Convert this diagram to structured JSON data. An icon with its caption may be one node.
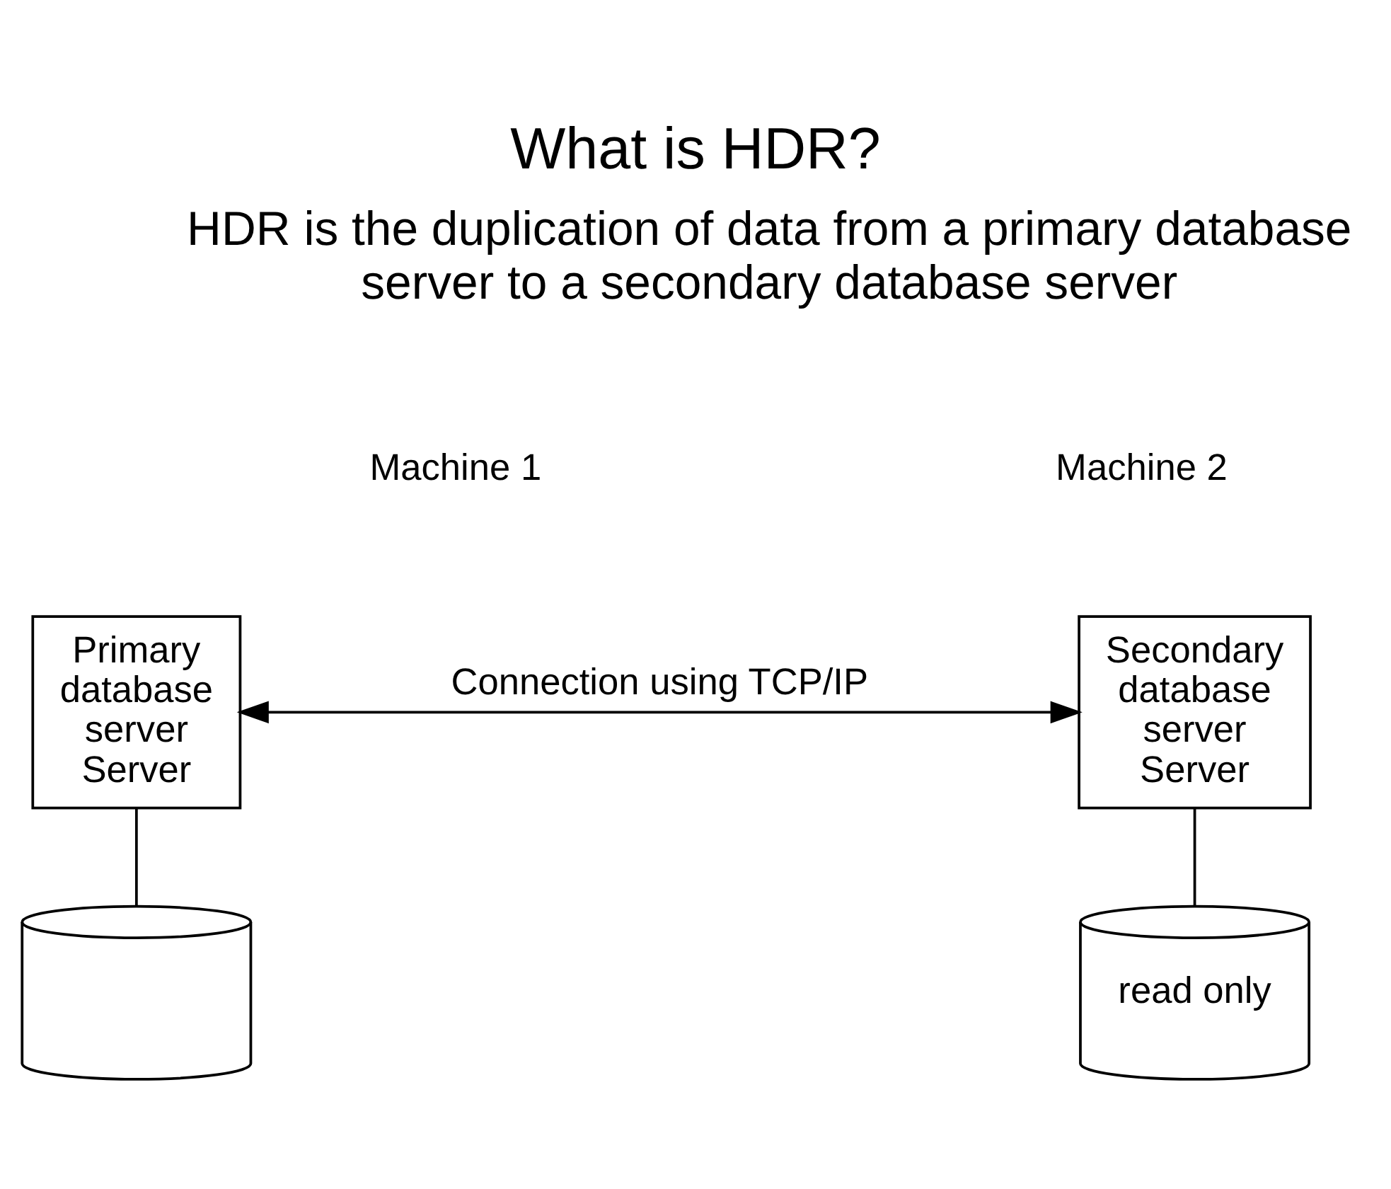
{
  "diagram": {
    "title": "What is HDR?",
    "nodes": [
      {
        "text": [
          "Primary database server Server"
        ]
      },
      {
        "text": [],
        "shape": "cylinder"
      },
      {
        "text": [
          "Secondary database server Server"
        ]
      },
      {
        "text": [
          "read only"
        ]
      }
    ],
    "edges": [
      {
        "from": 0,
        "to": 2,
        "arrow": "both",
        "label": "Connection using TCP/IP"
      },
      {
        "from": 0,
        "to": 1,
        "arrow": "none"
      },
      {
        "from": 2,
        "to": 3,
        "arrow": "none"
      }
    ],
    "labels": [
      "HDR is the duplication of data from a primary database server to a secondary database server",
      "Machine 1",
      "Machine 2"
    ]
  }
}
